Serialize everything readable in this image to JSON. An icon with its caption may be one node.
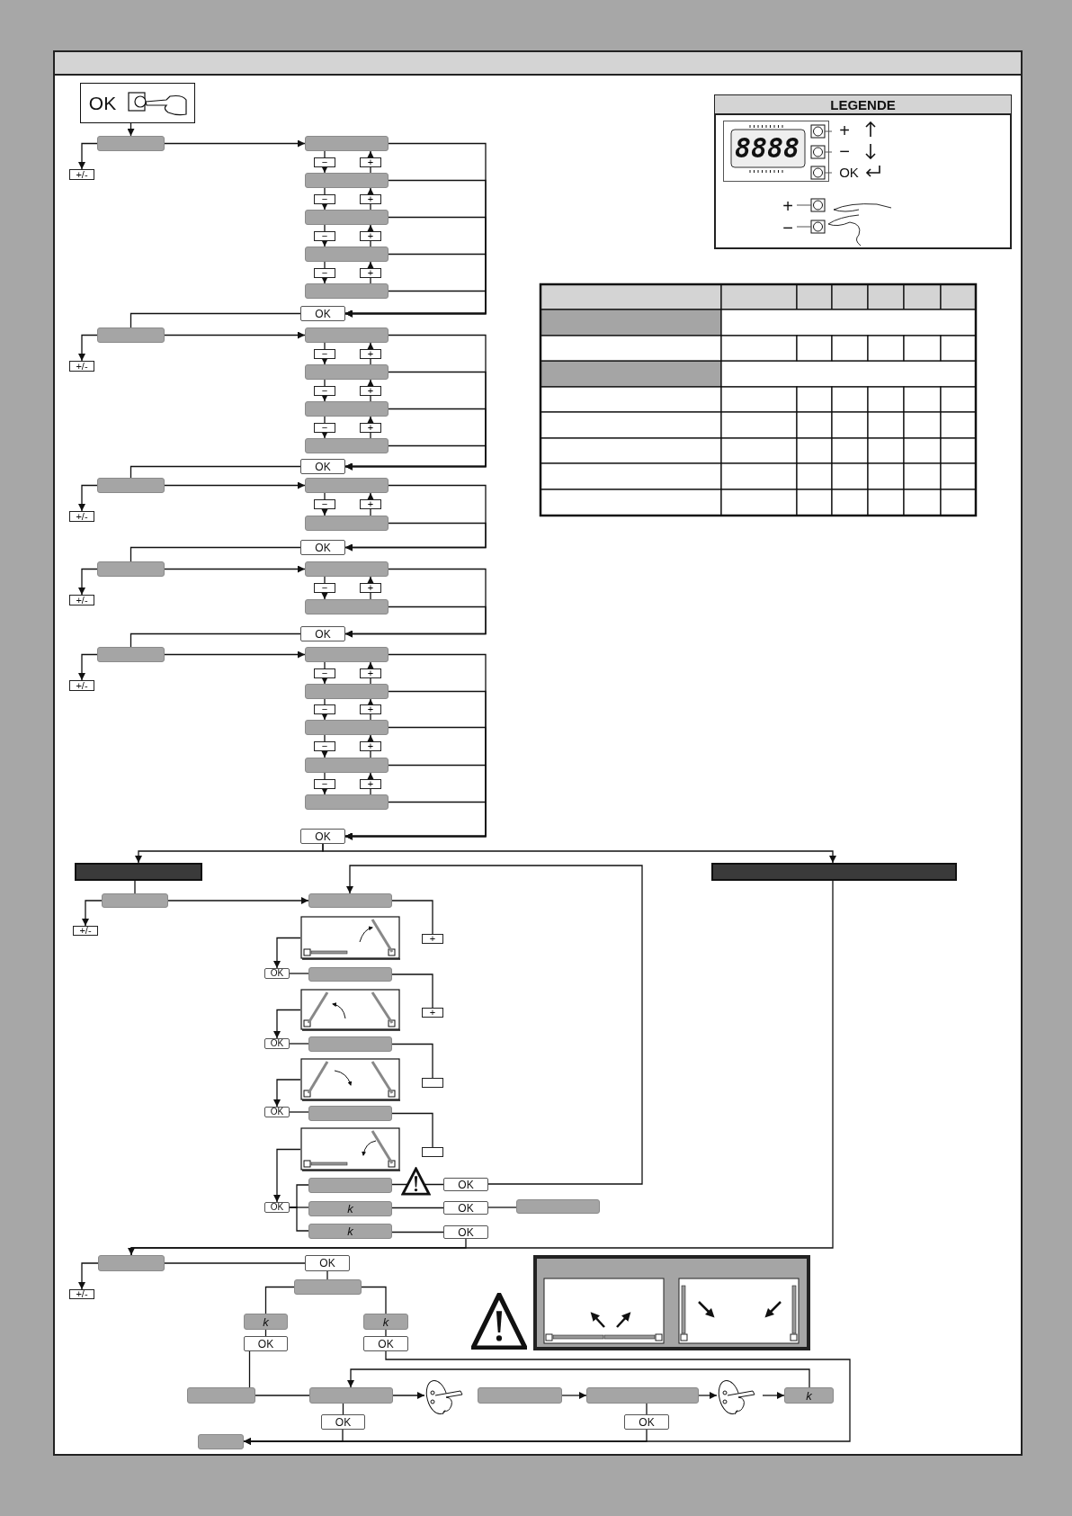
{
  "diagram": {
    "nodes": [
      {
        "text": [
          "OK"
        ]
      },
      {
        "text": [],
        "shape": "box"
      },
      {
        "text": [
          "+/-"
        ]
      },
      {
        "text": [],
        "shape": "box"
      },
      {
        "text": [],
        "shape": "box"
      },
      {
        "text": [],
        "shape": "box"
      },
      {
        "text": [],
        "shape": "box"
      },
      {
        "text": [],
        "shape": "box"
      },
      {
        "text": [
          "OK"
        ]
      },
      {
        "text": [],
        "shape": "box"
      },
      {
        "text": [
          "+/-"
        ]
      },
      {
        "text": [],
        "shape": "box"
      },
      {
        "text": [],
        "shape": "box"
      },
      {
        "text": [],
        "shape": "box"
      },
      {
        "text": [],
        "shape": "box"
      },
      {
        "text": [
          "OK"
        ]
      },
      {
        "text": [],
        "shape": "box"
      },
      {
        "text": [
          "+/-"
        ]
      },
      {
        "text": [],
        "shape": "box"
      },
      {
        "text": [],
        "shape": "box"
      },
      {
        "text": [
          "OK"
        ]
      },
      {
        "text": [],
        "shape": "box"
      },
      {
        "text": [
          "+/-"
        ]
      },
      {
        "text": [],
        "shape": "box"
      },
      {
        "text": [],
        "shape": "box"
      },
      {
        "text": [
          "OK"
        ]
      },
      {
        "text": [],
        "shape": "box"
      },
      {
        "text": [
          "+/-"
        ]
      },
      {
        "text": [],
        "shape": "box"
      },
      {
        "text": [],
        "shape": "box"
      },
      {
        "text": [],
        "shape": "box"
      },
      {
        "text": [],
        "shape": "box"
      },
      {
        "text": [],
        "shape": "box"
      },
      {
        "text": [
          "OK"
        ]
      },
      {
        "text": [],
        "shape": "box"
      },
      {
        "text": [],
        "shape": "box"
      },
      {
        "text": [],
        "shape": "box"
      },
      {
        "text": [
          "+/-"
        ]
      },
      {
        "text": [],
        "shape": "box"
      },
      {
        "text": [],
        "shape": "picture"
      },
      {
        "text": [
          "+"
        ]
      },
      {
        "text": [
          "OK"
        ]
      },
      {
        "text": [],
        "shape": "box"
      },
      {
        "text": [],
        "shape": "picture"
      },
      {
        "text": [
          "+"
        ]
      },
      {
        "text": [
          "OK"
        ]
      },
      {
        "text": [],
        "shape": "box"
      },
      {
        "text": [],
        "shape": "picture"
      },
      {
        "text": [],
        "shape": "box"
      },
      {
        "text": [
          "OK"
        ]
      },
      {
        "text": [],
        "shape": "box"
      },
      {
        "text": [],
        "shape": "picture"
      },
      {
        "text": [],
        "shape": "box"
      },
      {
        "text": [],
        "shape": "box"
      },
      {
        "text": [
          "OK"
        ]
      },
      {
        "text": [
          "OK"
        ]
      },
      {
        "text": [
          "k"
        ]
      },
      {
        "text": [
          "OK"
        ]
      },
      {
        "text": [],
        "shape": "box"
      },
      {
        "text": [
          "k"
        ]
      },
      {
        "text": [
          "OK"
        ]
      },
      {
        "text": [],
        "shape": "box"
      },
      {
        "text": [
          "+/-"
        ]
      },
      {
        "text": [
          "OK"
        ]
      },
      {
        "text": [],
        "shape": "box"
      },
      {
        "text": [
          "k"
        ]
      },
      {
        "text": [
          "k"
        ]
      },
      {
        "text": [
          "OK"
        ]
      },
      {
        "text": [
          "OK"
        ]
      },
      {
        "text": [],
        "shape": "box"
      },
      {
        "text": [],
        "shape": "box"
      },
      {
        "text": [],
        "shape": "picture"
      },
      {
        "text": [],
        "shape": "box"
      },
      {
        "text": [],
        "shape": "box"
      },
      {
        "text": [],
        "shape": "picture"
      },
      {
        "text": [
          "k"
        ]
      },
      {
        "text": [
          "OK"
        ]
      },
      {
        "text": [
          "OK"
        ]
      },
      {
        "text": [],
        "shape": "box"
      }
    ],
    "edges": [
      {
        "from": 0,
        "to": 1,
        "arrow": "to"
      },
      {
        "from": 1,
        "to": 2,
        "arrow": "to"
      },
      {
        "from": 1,
        "to": 3,
        "arrow": "to"
      },
      {
        "from": 3,
        "to": 4,
        "arrow": "to",
        "label": "−"
      },
      {
        "from": 4,
        "to": 3,
        "arrow": "to",
        "label": "+"
      },
      {
        "from": 4,
        "to": 5,
        "arrow": "to",
        "label": "−"
      },
      {
        "from": 5,
        "to": 4,
        "arrow": "to",
        "label": "+"
      },
      {
        "from": 5,
        "to": 6,
        "arrow": "to",
        "label": "−"
      },
      {
        "from": 6,
        "to": 5,
        "arrow": "to",
        "label": "+"
      },
      {
        "from": 6,
        "to": 7,
        "arrow": "to",
        "label": "−"
      },
      {
        "from": 7,
        "to": 6,
        "arrow": "to",
        "label": "+"
      },
      {
        "from": 3,
        "to": 8,
        "arrow": "to"
      },
      {
        "from": 4,
        "to": 8,
        "arrow": "to"
      },
      {
        "from": 5,
        "to": 8,
        "arrow": "to"
      },
      {
        "from": 6,
        "to": 8,
        "arrow": "to"
      },
      {
        "from": 7,
        "to": 8,
        "arrow": "to"
      },
      {
        "from": 8,
        "to": 9,
        "arrow": "none"
      },
      {
        "from": 9,
        "to": 10,
        "arrow": "to"
      },
      {
        "from": 9,
        "to": 11,
        "arrow": "to"
      },
      {
        "from": 11,
        "to": 12,
        "arrow": "to",
        "label": "−"
      },
      {
        "from": 12,
        "to": 11,
        "arrow": "to",
        "label": "+"
      },
      {
        "from": 12,
        "to": 13,
        "arrow": "to",
        "label": "−"
      },
      {
        "from": 13,
        "to": 12,
        "arrow": "to",
        "label": "+"
      },
      {
        "from": 13,
        "to": 14,
        "arrow": "to",
        "label": "−"
      },
      {
        "from": 14,
        "to": 13,
        "arrow": "to",
        "label": "+"
      },
      {
        "from": 11,
        "to": 15,
        "arrow": "to"
      },
      {
        "from": 12,
        "to": 15,
        "arrow": "to"
      },
      {
        "from": 13,
        "to": 15,
        "arrow": "to"
      },
      {
        "from": 14,
        "to": 15,
        "arrow": "to"
      },
      {
        "from": 15,
        "to": 16,
        "arrow": "none"
      },
      {
        "from": 16,
        "to": 17,
        "arrow": "to"
      },
      {
        "from": 16,
        "to": 18,
        "arrow": "to"
      },
      {
        "from": 18,
        "to": 19,
        "arrow": "to",
        "label": "−"
      },
      {
        "from": 19,
        "to": 18,
        "arrow": "to",
        "label": "+"
      },
      {
        "from": 18,
        "to": 20,
        "arrow": "to"
      },
      {
        "from": 19,
        "to": 20,
        "arrow": "to"
      },
      {
        "from": 20,
        "to": 21,
        "arrow": "none"
      },
      {
        "from": 21,
        "to": 22,
        "arrow": "to"
      },
      {
        "from": 21,
        "to": 23,
        "arrow": "to"
      },
      {
        "from": 23,
        "to": 24,
        "arrow": "to",
        "label": "−"
      },
      {
        "from": 24,
        "to": 23,
        "arrow": "to",
        "label": "+"
      },
      {
        "from": 23,
        "to": 25,
        "arrow": "to"
      },
      {
        "from": 24,
        "to": 25,
        "arrow": "to"
      },
      {
        "from": 25,
        "to": 26,
        "arrow": "none"
      },
      {
        "from": 26,
        "to": 27,
        "arrow": "to"
      },
      {
        "from": 26,
        "to": 28,
        "arrow": "to"
      },
      {
        "from": 28,
        "to": 29,
        "arrow": "to",
        "label": "−"
      },
      {
        "from": 29,
        "to": 28,
        "arrow": "to",
        "label": "+"
      },
      {
        "from": 29,
        "to": 30,
        "arrow": "to",
        "label": "−"
      },
      {
        "from": 30,
        "to": 29,
        "arrow": "to",
        "label": "+"
      },
      {
        "from": 30,
        "to": 31,
        "arrow": "to",
        "label": "−"
      },
      {
        "from": 31,
        "to": 30,
        "arrow": "to",
        "label": "+"
      },
      {
        "from": 31,
        "to": 32,
        "arrow": "to",
        "label": "−"
      },
      {
        "from": 32,
        "to": 31,
        "arrow": "to",
        "label": "+"
      },
      {
        "from": 28,
        "to": 33,
        "arrow": "to"
      },
      {
        "from": 29,
        "to": 33,
        "arrow": "to"
      },
      {
        "from": 30,
        "to": 33,
        "arrow": "to"
      },
      {
        "from": 31,
        "to": 33,
        "arrow": "to"
      },
      {
        "from": 32,
        "to": 33,
        "arrow": "to"
      },
      {
        "from": 33,
        "to": 34,
        "arrow": "to"
      },
      {
        "from": 33,
        "to": 35,
        "arrow": "to"
      },
      {
        "from": 34,
        "to": 36,
        "arrow": "none"
      },
      {
        "from": 36,
        "to": 37,
        "arrow": "to"
      },
      {
        "from": 36,
        "to": 38,
        "arrow": "to"
      },
      {
        "from": 38,
        "to": 40,
        "arrow": "none"
      },
      {
        "from": 39,
        "to": 41,
        "arrow": "to"
      },
      {
        "from": 41,
        "to": 42,
        "arrow": "none"
      },
      {
        "from": 42,
        "to": 44,
        "arrow": "none"
      },
      {
        "from": 43,
        "to": 45,
        "arrow": "to"
      },
      {
        "from": 45,
        "to": 46,
        "arrow": "none"
      },
      {
        "from": 46,
        "to": 48,
        "arrow": "none"
      },
      {
        "from": 47,
        "to": 49,
        "arrow": "to"
      },
      {
        "from": 49,
        "to": 50,
        "arrow": "none"
      },
      {
        "from": 50,
        "to": 52,
        "arrow": "none"
      },
      {
        "from": 51,
        "to": 55,
        "arrow": "to"
      },
      {
        "from": 55,
        "to": 53,
        "arrow": "none"
      },
      {
        "from": 55,
        "to": 56,
        "arrow": "none"
      },
      {
        "from": 55,
        "to": 59,
        "arrow": "none"
      },
      {
        "from": 53,
        "to": 54,
        "arrow": "none"
      },
      {
        "from": 54,
        "to": 38,
        "arrow": "to"
      },
      {
        "from": 56,
        "to": 57,
        "arrow": "none"
      },
      {
        "from": 57,
        "to": 58,
        "arrow": "none"
      },
      {
        "from": 59,
        "to": 60,
        "arrow": "none"
      },
      {
        "from": 60,
        "to": 61,
        "arrow": "none"
      },
      {
        "from": 35,
        "to": 61,
        "arrow": "to"
      },
      {
        "from": 61,
        "to": 62,
        "arrow": "to"
      },
      {
        "from": 61,
        "to": 63,
        "arrow": "none"
      },
      {
        "from": 63,
        "to": 64,
        "arrow": "none"
      },
      {
        "from": 64,
        "to": 65,
        "arrow": "none"
      },
      {
        "from": 64,
        "to": 66,
        "arrow": "none"
      },
      {
        "from": 65,
        "to": 67,
        "arrow": "none"
      },
      {
        "from": 66,
        "to": 68,
        "arrow": "none"
      },
      {
        "from": 67,
        "to": 69,
        "arrow": "none"
      },
      {
        "from": 69,
        "to": 70,
        "arrow": "none"
      },
      {
        "from": 70,
        "to": 71,
        "arrow": "to"
      },
      {
        "from": 72,
        "to": 73,
        "arrow": "to"
      },
      {
        "from": 73,
        "to": 74,
        "arrow": "to"
      },
      {
        "from": 74,
        "to": 75,
        "arrow": "to"
      },
      {
        "from": 75,
        "to": 70,
        "arrow": "to"
      },
      {
        "from": 70,
        "to": 76,
        "arrow": "none"
      },
      {
        "from": 73,
        "to": 77,
        "arrow": "none"
      },
      {
        "from": 76,
        "to": 78,
        "arrow": "to"
      },
      {
        "from": 77,
        "to": 78,
        "arrow": "to"
      },
      {
        "from": 68,
        "to": 78,
        "arrow": "none"
      }
    ],
    "labels": [
      "LEGENDE",
      "8888",
      "+",
      "−",
      "OK",
      "+",
      "−"
    ]
  }
}
